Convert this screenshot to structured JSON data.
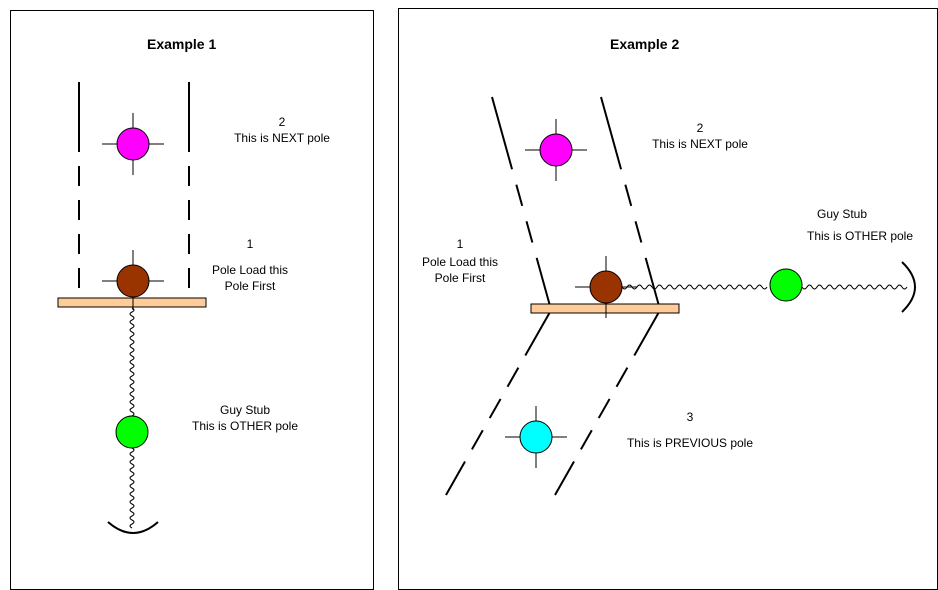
{
  "example1": {
    "title": "Example 1",
    "next_pole": {
      "number": "2",
      "text": "This is NEXT pole"
    },
    "first_pole": {
      "number": "1",
      "line1": "Pole Load this",
      "line2": "Pole First"
    },
    "other_pole": {
      "line1": "Guy Stub",
      "line2": "This is OTHER pole"
    }
  },
  "example2": {
    "title": "Example 2",
    "next_pole": {
      "number": "2",
      "text": "This is NEXT pole"
    },
    "first_pole": {
      "number": "1",
      "line1": "Pole Load this",
      "line2": "Pole First"
    },
    "other_pole": {
      "line1": "Guy Stub",
      "line2": "This is OTHER pole"
    },
    "previous_pole": {
      "number": "3",
      "text": "This is PREVIOUS pole"
    }
  },
  "colors": {
    "next_pole": "#ff00ff",
    "first_pole": "#993300",
    "other_pole": "#00ff00",
    "previous_pole": "#00ffff",
    "crossarm": "#ffcc99"
  }
}
